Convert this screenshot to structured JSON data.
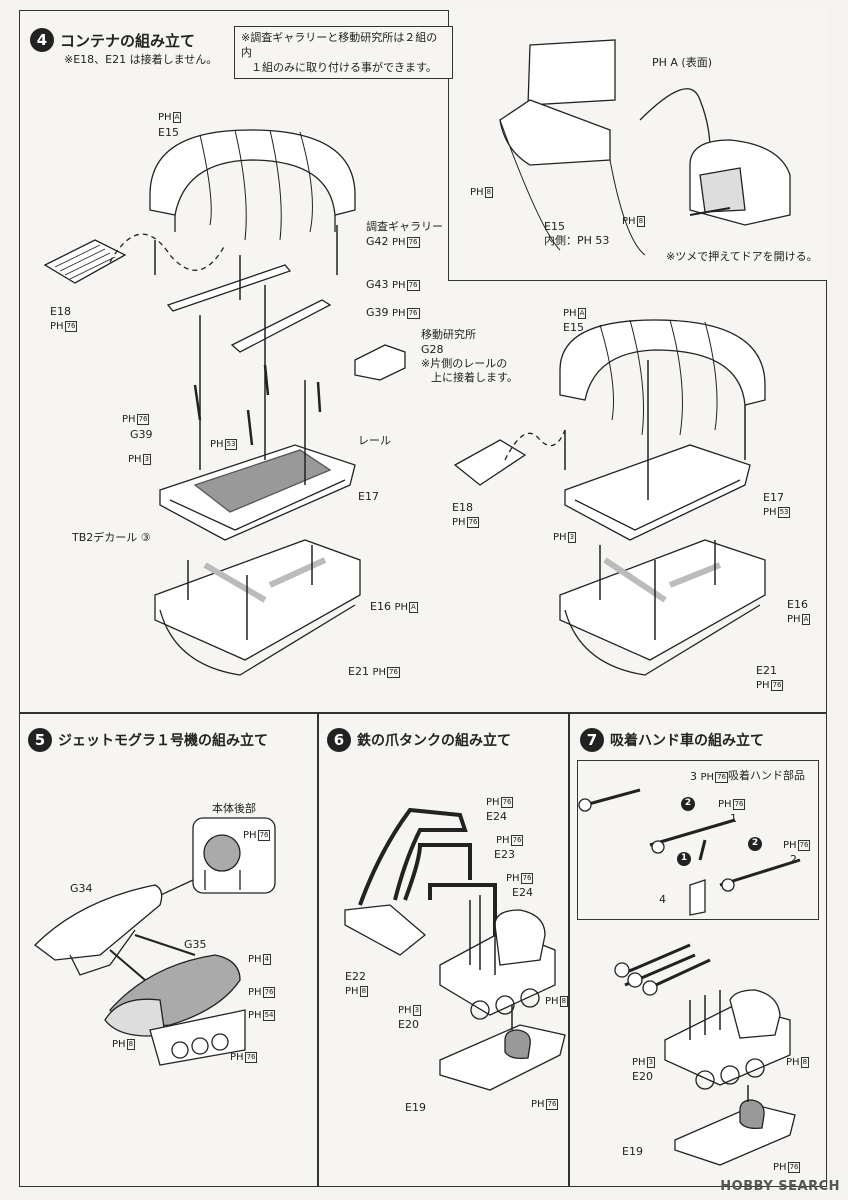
{
  "step4": {
    "num": "4",
    "title": "コンテナの組み立て",
    "note": "※E18、E21 は接着しません。",
    "notice": [
      "※調査ギャラリーと移動研究所は２組の内",
      "１組のみに取り付ける事ができます。"
    ],
    "ph_a_omote": "PH A (表面)",
    "e15_inside": "内側：PH 53",
    "door_note": "※ツメで押えてドアを開ける。",
    "gallery": "調査ギャラリー",
    "lab": "移動研究所",
    "lab_note": [
      "※片側のレールの",
      "上に接着します。"
    ],
    "rail": "レール",
    "decal": "TB2デカール ③"
  },
  "step5": {
    "num": "5",
    "title": "ジェットモグラ１号機の組み立て",
    "rear": "本体後部"
  },
  "step6": {
    "num": "6",
    "title": "鉄の爪タンクの組み立て"
  },
  "step7": {
    "num": "7",
    "title": "吸着ハンド車の組み立て",
    "hand_parts": "吸着ハンド部品"
  },
  "labels": {
    "e15": "E15",
    "e16": "E16",
    "e17": "E17",
    "e18": "E18",
    "e19": "E19",
    "e20": "E20",
    "e21": "E21",
    "e22": "E22",
    "e23": "E23",
    "e24": "E24",
    "g28": "G28",
    "g34": "G34",
    "g35": "G35",
    "g39": "G39",
    "g42": "G42",
    "g43": "G43",
    "ph": "PH",
    "a": "A",
    "n3": "3",
    "n4": "4",
    "n8": "8",
    "n53": "53",
    "n54": "54",
    "n76": "76",
    "h1": "1",
    "h2": "2",
    "h3": "3",
    "h4": "4",
    "c1": "1",
    "c2": "2"
  },
  "watermark": "HOBBY SEARCH"
}
